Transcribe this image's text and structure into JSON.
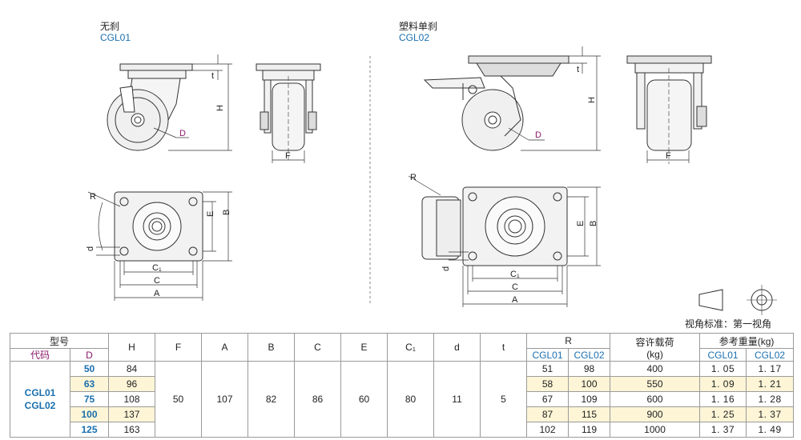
{
  "products": [
    {
      "name_cn": "无刹",
      "code": "CGL01"
    },
    {
      "name_cn": "塑料单刹",
      "code": "CGL02"
    }
  ],
  "dimension_labels": {
    "H": "H",
    "t": "t",
    "D": "D",
    "F": "F",
    "R": "R",
    "E": "E",
    "B": "B",
    "d": "d",
    "C1": "C₁",
    "C": "C",
    "A": "A"
  },
  "view_legend": "视角标准：第一视角",
  "table": {
    "header": {
      "model": "型号",
      "code": "代码",
      "D": "D",
      "H": "H",
      "F": "F",
      "A": "A",
      "B": "B",
      "C": "C",
      "E": "E",
      "C1": "C₁",
      "d": "d",
      "t": "t",
      "R": "R",
      "R_sub": [
        "CGL01",
        "CGL02"
      ],
      "load": "容许载荷",
      "load_unit": "(kg)",
      "weight": "参考重量(kg)",
      "weight_sub": [
        "CGL01",
        "CGL02"
      ]
    },
    "codes": [
      "CGL01",
      "CGL02"
    ],
    "shared": {
      "F": "50",
      "A": "107",
      "B": "82",
      "C": "86",
      "E": "60",
      "C1": "80",
      "d": "11",
      "t": "5"
    },
    "rows": [
      {
        "D": "50",
        "H": "84",
        "R1": "51",
        "R2": "98",
        "load": "400",
        "w1": "1. 05",
        "w2": "1. 17"
      },
      {
        "D": "63",
        "H": "96",
        "R1": "58",
        "R2": "100",
        "load": "550",
        "w1": "1. 09",
        "w2": "1. 21"
      },
      {
        "D": "75",
        "H": "108",
        "R1": "67",
        "R2": "109",
        "load": "600",
        "w1": "1. 16",
        "w2": "1. 28"
      },
      {
        "D": "100",
        "H": "137",
        "R1": "87",
        "R2": "115",
        "load": "900",
        "w1": "1. 25",
        "w2": "1. 37"
      },
      {
        "D": "125",
        "H": "163",
        "R1": "102",
        "R2": "119",
        "load": "1000",
        "w1": "1. 37",
        "w2": "1. 49"
      }
    ]
  }
}
